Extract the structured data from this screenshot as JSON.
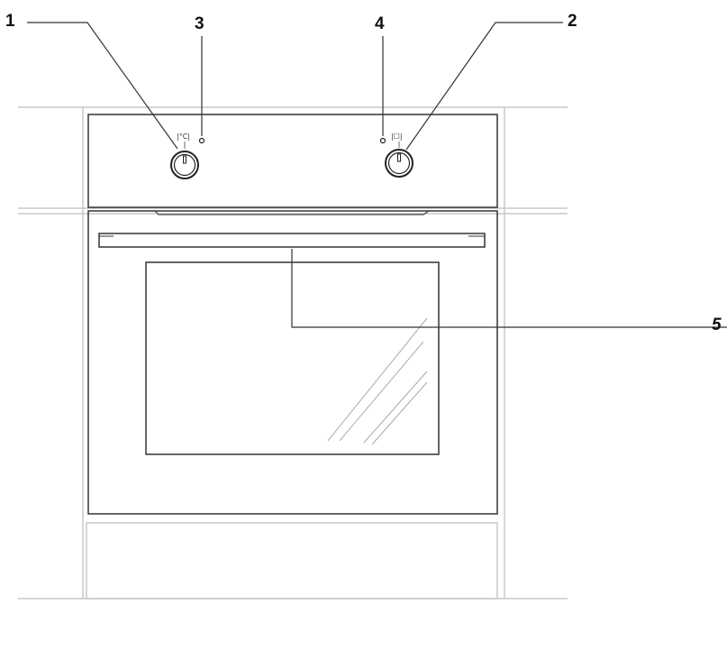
{
  "callouts": {
    "c1": "1",
    "c2": "2",
    "c3": "3",
    "c4": "4",
    "c5": "5"
  },
  "symbols": {
    "temperature_knob_symbol": "|°C|",
    "function_knob_symbol": "|☐|"
  }
}
